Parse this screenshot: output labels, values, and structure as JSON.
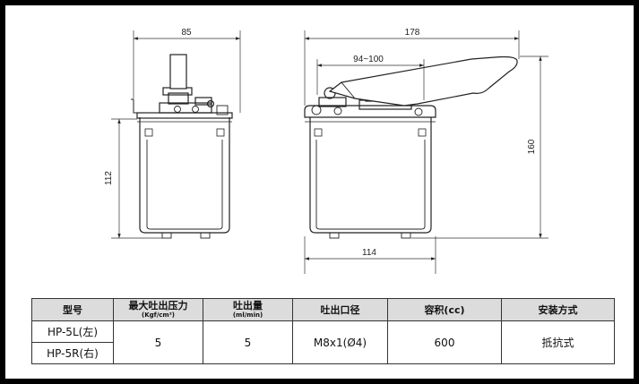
{
  "dimensions": {
    "top_width": "85",
    "left_height": "112",
    "overall_width": "178",
    "stroke_range": "94~100",
    "overall_height": "160",
    "base_width": "114"
  },
  "table": {
    "headers": [
      {
        "label": "型号",
        "unit": ""
      },
      {
        "label": "最大吐出压力",
        "unit": "(Kgf/cm²)"
      },
      {
        "label": "吐出量",
        "unit": "(ml/min)"
      },
      {
        "label": "吐出口径",
        "unit": ""
      },
      {
        "label": "容积(cc)",
        "unit": ""
      },
      {
        "label": "安装方式",
        "unit": ""
      }
    ],
    "models": [
      "HP-5L(左)",
      "HP-5R(右)"
    ],
    "max_pressure": "5",
    "discharge": "5",
    "outlet": "M8x1(Ø4)",
    "volume": "600",
    "mounting": "抵抗式"
  }
}
